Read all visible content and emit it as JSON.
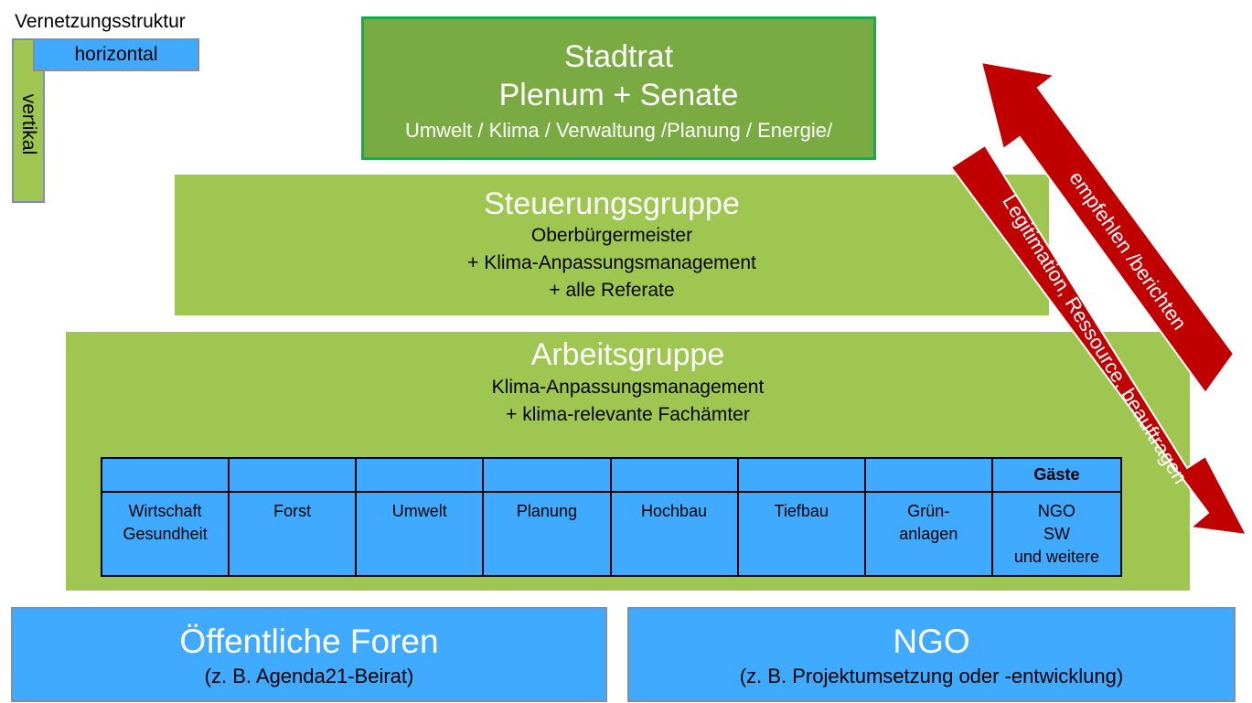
{
  "legend": {
    "title": "Vernetzungsstruktur",
    "horizontal": "horizontal",
    "vertical": "vertikal"
  },
  "stadtrat": {
    "title": "Stadtrat",
    "subtitle": "Plenum + Senate",
    "topics": "Umwelt / Klima / Verwaltung /Planung / Energie/"
  },
  "steuerungsgruppe": {
    "title": "Steuerungsgruppe",
    "lines": [
      "Oberbürgermeister",
      "+ Klima-Anpassungsmanagement",
      "+ alle Referate"
    ]
  },
  "arbeitsgruppe": {
    "title": "Arbeitsgruppe",
    "lines": [
      "Klima-Anpassungsmanagement",
      "+ klima-relevante Fachämter"
    ]
  },
  "departments": {
    "headers": [
      "",
      "",
      "",
      "",
      "",
      "",
      "",
      "Gäste"
    ],
    "cells": [
      [
        "Wirtschaft",
        "Gesundheit"
      ],
      [
        "Forst"
      ],
      [
        "Umwelt"
      ],
      [
        "Planung"
      ],
      [
        "Hochbau"
      ],
      [
        "Tiefbau"
      ],
      [
        "Grün-",
        "anlagen"
      ],
      [
        "NGO",
        "SW",
        "und weitere"
      ]
    ]
  },
  "arrows": {
    "up": "empfehlen /berichten",
    "down": "Legitimation, Ressource, beauftragen",
    "color": "#c00000"
  },
  "foren": {
    "title": "Öffentliche Foren",
    "subtitle": "(z. B. Agenda21-Beirat)"
  },
  "ngo": {
    "title": "NGO",
    "subtitle": "(z. B. Projektumsetzung oder -entwicklung)"
  },
  "colors": {
    "green_light": "#9fc650",
    "green_dark": "#7aab42",
    "blue": "#3faaff",
    "arrow": "#c00000"
  }
}
